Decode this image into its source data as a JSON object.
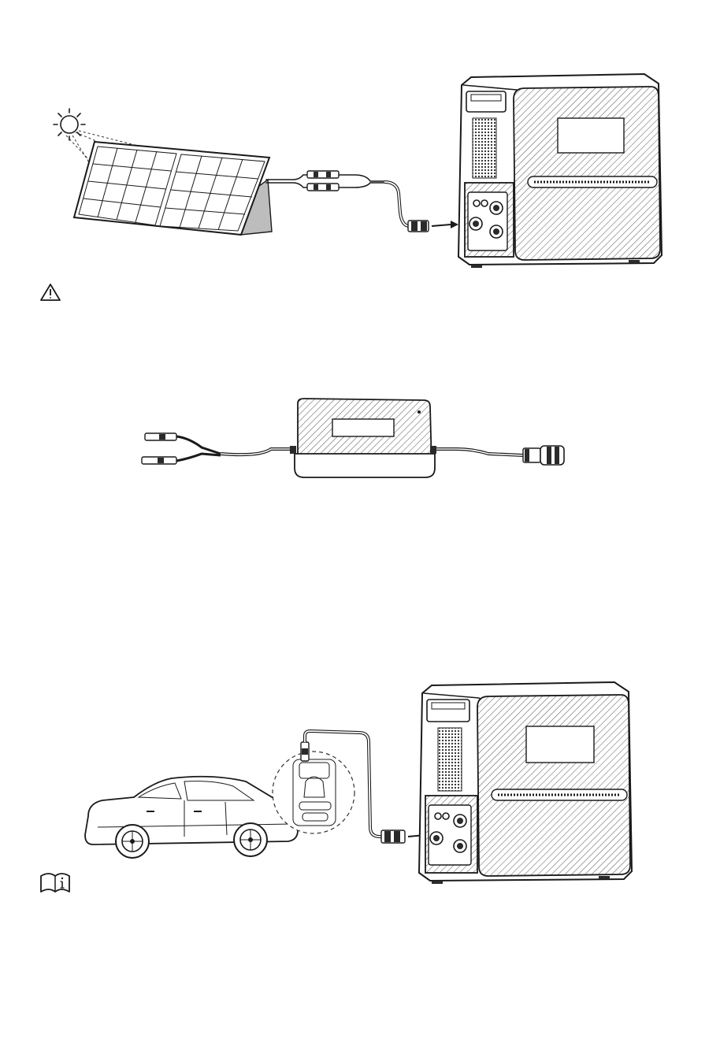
{
  "figures": [
    {
      "id": "solar-charging",
      "items": [
        "sun-icon",
        "solar-panel",
        "mc4-connectors",
        "charging-cable",
        "power-station"
      ]
    },
    {
      "id": "charging-adapter",
      "items": [
        "mc4-input-leads",
        "adapter-box",
        "output-connector"
      ]
    },
    {
      "id": "car-charging",
      "items": [
        "car",
        "car-charger-socket",
        "car-charging-cable",
        "power-station"
      ]
    }
  ],
  "icons": {
    "warning": "warning-icon",
    "manual": "manual-info-icon"
  },
  "colors": {
    "line": "#1a1a1a",
    "background": "#ffffff",
    "dark_fill": "#2a2a2a"
  }
}
